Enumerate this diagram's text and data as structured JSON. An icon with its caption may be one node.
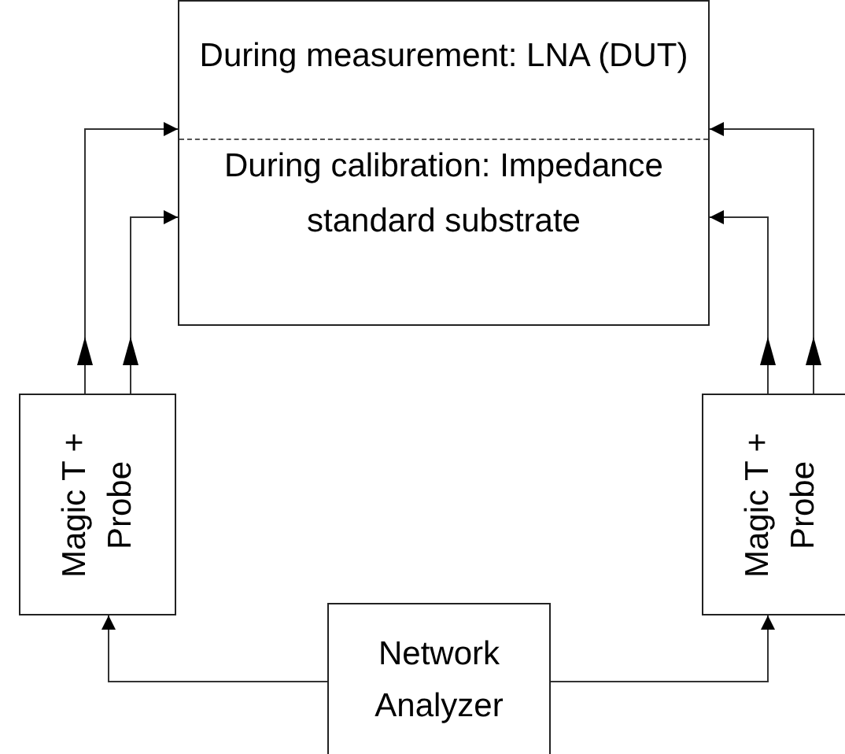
{
  "diagram": {
    "nodes": [
      {
        "text": [
          "During measurement: LNA (DUT)",
          "During calibration: Impedance standard substrate"
        ]
      },
      {
        "text": [
          "Magic T + Probe"
        ]
      },
      {
        "text": [
          "Magic T + Probe"
        ]
      },
      {
        "text": [
          "Network Analyzer"
        ]
      }
    ],
    "edges": [
      {
        "from": 1,
        "to": 0,
        "arrow": "to"
      },
      {
        "from": 1,
        "to": 0,
        "arrow": "to"
      },
      {
        "from": 2,
        "to": 0,
        "arrow": "to"
      },
      {
        "from": 2,
        "to": 0,
        "arrow": "to"
      },
      {
        "from": 3,
        "to": 1,
        "arrow": "to"
      },
      {
        "from": 3,
        "to": 2,
        "arrow": "to"
      }
    ]
  }
}
